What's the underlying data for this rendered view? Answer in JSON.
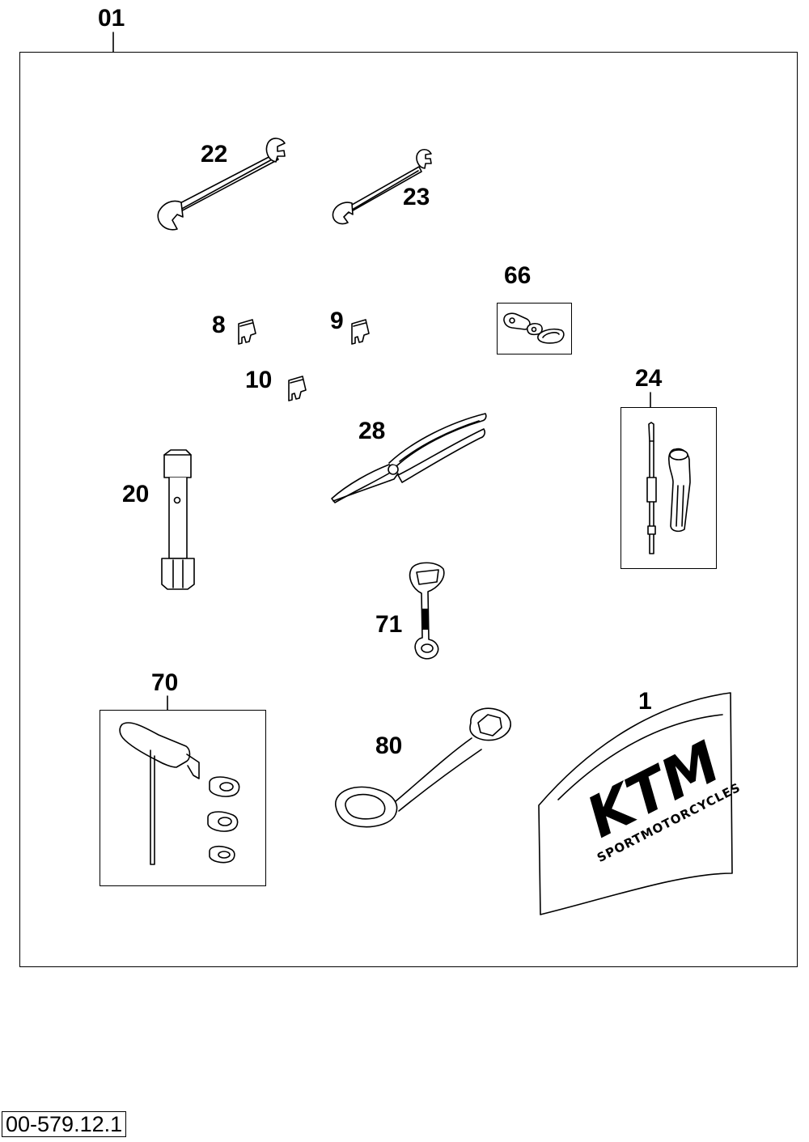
{
  "diagram": {
    "assembly_callout": "01",
    "reference_code": "00-579.12.1",
    "callouts": {
      "manual": "1",
      "fuse_8": "8",
      "fuse_9": "9",
      "fuse_10": "10",
      "spark_plug_wrench": "20",
      "open_end_wrench_22": "22",
      "open_end_wrench_23": "23",
      "screwdriver_set": "24",
      "pliers": "28",
      "chain_link": "66",
      "hex_tool_set": "70",
      "ring_wrench_71": "71",
      "hook_wrench": "80"
    },
    "logo_text": "KTM",
    "logo_subtext": "SPORTMOTORCYCLES"
  }
}
